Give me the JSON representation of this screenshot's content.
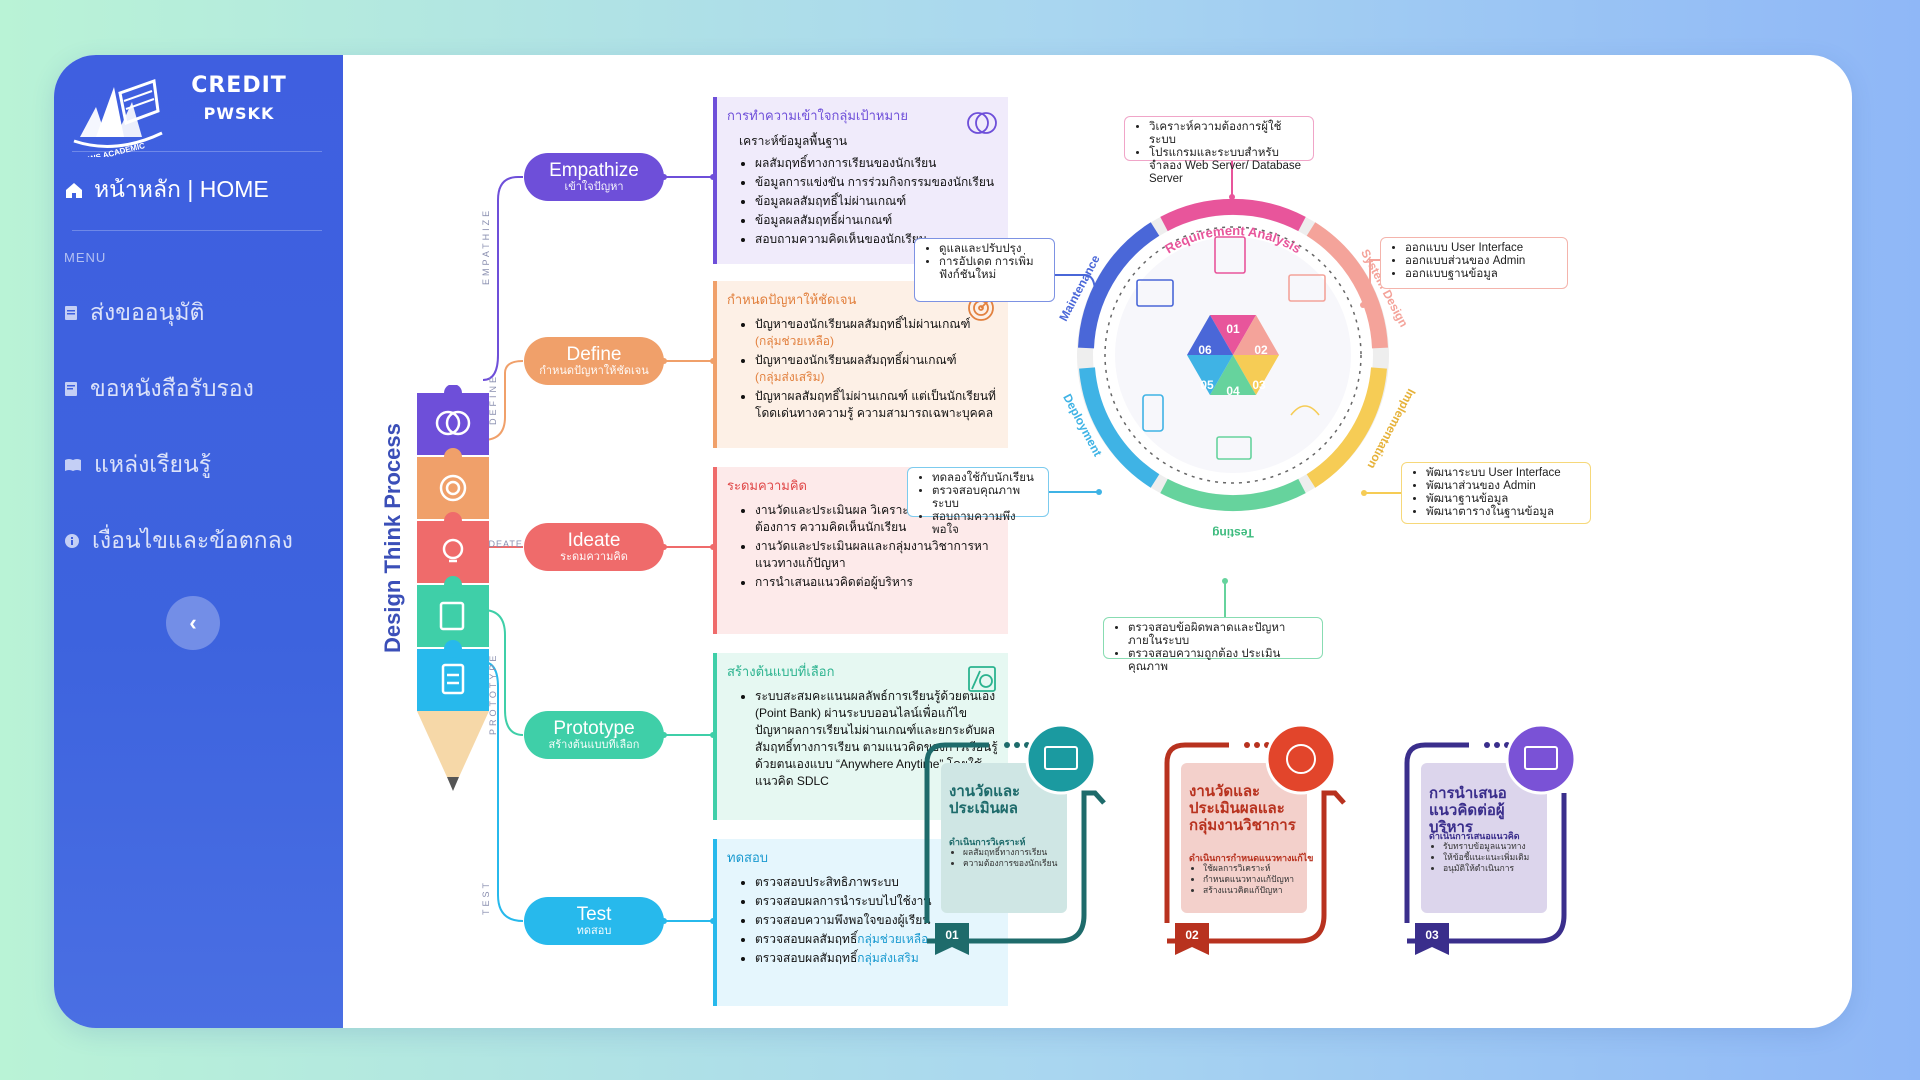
{
  "brand": {
    "line1": "CREDIT",
    "line2": "PWSKK",
    "logo_text": "PWS ACADEMIC"
  },
  "sidebar": {
    "home": "หน้าหลัก | HOME",
    "menu_header": "MENU",
    "items": [
      {
        "label": "ส่งขออนุมัติ",
        "icon": "document-icon"
      },
      {
        "label": "ขอหนังสือรับรอง",
        "icon": "certificate-icon"
      },
      {
        "label": "แหล่งเรียนรู้",
        "icon": "book-icon"
      },
      {
        "label": "เงื่อนไขและข้อตกลง",
        "icon": "info-icon"
      }
    ],
    "collapse_symbol": "‹"
  },
  "design": {
    "title": "Design Think Process",
    "vlabels": {
      "empathize": "EMPATHIZE",
      "define": "DEFINE",
      "ideate": "IDEATE",
      "prototype": "PROTOTYPE",
      "test": "TEST"
    },
    "stages": [
      {
        "name": "Empathize",
        "sub": "เข้าใจปัญหา",
        "color": "#6e4fd9"
      },
      {
        "name": "Define",
        "sub": "กำหนดปัญหาให้ชัดเจน",
        "color": "#f0a06a"
      },
      {
        "name": "Ideate",
        "sub": "ระดมความคิด",
        "color": "#ef6b6b"
      },
      {
        "name": "Prototype",
        "sub": "สร้างต้นแบบที่เลือก",
        "color": "#3fcfa8"
      },
      {
        "name": "Test",
        "sub": "ทดสอบ",
        "color": "#27b9ec"
      }
    ],
    "boxes": [
      {
        "title": "การทำความเข้าใจกลุ่มเป้าหมาย",
        "subtitle": "เคราะห์ข้อมูลพื้นฐาน",
        "items": [
          "ผลสัมฤทธิ์ทางการเรียนของนักเรียน",
          "ข้อมูลการแข่งขัน การร่วมกิจกรรมของนักเรียน",
          "ข้อมูลผลสัมฤทธิ์ไม่ผ่านเกณฑ์",
          "ข้อมูลผลสัมฤทธิ์ผ่านเกณฑ์",
          "สอบถามความคิดเห็นของนักเรียน"
        ]
      },
      {
        "title": "กำหนดปัญหาให้ชัดเจน",
        "items": [
          {
            "text": "ปัญหาของนักเรียนผลสัมฤทธิ์ไม่ผ่านเกณฑ์",
            "note": "(กลุ่มช่วยเหลือ)"
          },
          {
            "text": "ปัญหาของนักเรียนผลสัมฤทธิ์ผ่านเกณฑ์",
            "note": "(กลุ่มส่งเสริม)"
          },
          {
            "text": "ปัญหาผลสัมฤทธิ์ไม่ผ่านเกณฑ์ แต่เป็นนักเรียนที่โดดเด่นทางความรู้ ความสามารถเฉพาะบุคคล",
            "note": ""
          }
        ]
      },
      {
        "title": "ระดมความคิด",
        "items": [
          "งานวัดและประเมินผล วิเคราะห์ข้อมูลความต้องการ ความคิดเห็นนักเรียน",
          "งานวัดและประเมินผลและกลุ่มงานวิชาการหาแนวทางแก้ปัญหา",
          "การนำเสนอแนวคิดต่อผู้บริหาร"
        ]
      },
      {
        "title": "สร้างต้นแบบที่เลือก",
        "items": [
          "ระบบสะสมคะแนนผลลัพธ์การเรียนรู้ด้วยตนเอง (Point Bank) ผ่านระบบออนไลน์เพื่อแก้ไขปัญหาผลการเรียนไม่ผ่านเกณฑ์และยกระดับผลสัมฤทธิ์ทางการเรียน ตามแนวคิดของการเรียนรู้ด้วยตนเองแบบ “Anywhere Anytime” โดยใช้แนวคิด SDLC"
        ]
      },
      {
        "title": "ทดสอบ",
        "items": [
          {
            "text": "ตรวจสอบประสิทธิภาพระบบ",
            "hl": ""
          },
          {
            "text": "ตรวจสอบผลการนำระบบไปใช้งาน",
            "hl": ""
          },
          {
            "text": "ตรวจสอบความพึงพอใจของผู้เรียน",
            "hl": ""
          },
          {
            "text": "ตรวจสอบผลสัมฤทธิ์",
            "hl": "กลุ่มช่วยเหลือ"
          },
          {
            "text": "ตรวจสอบผลสัมฤทธิ์",
            "hl": "กลุ่มส่งเสริม"
          }
        ]
      }
    ]
  },
  "sdlc": {
    "phases": [
      {
        "num": "01",
        "name": "Requirement Analysis",
        "color": "#e8559b"
      },
      {
        "num": "02",
        "name": "System Design",
        "color": "#f4a39a"
      },
      {
        "num": "03",
        "name": "Implementation",
        "color": "#f6cc55"
      },
      {
        "num": "04",
        "name": "Testing",
        "color": "#66d39d"
      },
      {
        "num": "05",
        "name": "Deployment",
        "color": "#3fb3e5"
      },
      {
        "num": "06",
        "name": "Maintenance",
        "color": "#4a67d8"
      }
    ],
    "notes": {
      "requirement": [
        "วิเคราะห์ความต้องการผู้ใช้ระบบ",
        "โปรแกรมและระบบสำหรับจำลอง Web Server/ Database Server"
      ],
      "design": [
        "ออกแบบ User Interface",
        "ออกแบบส่วนของ Admin",
        "ออกแบบฐานข้อมูล"
      ],
      "implementation": [
        "พัฒนาระบบ User Interface",
        "พัฒนาส่วนของ Admin",
        "พัฒนาฐานข้อมูล",
        "พัฒนาตารางในฐานข้อมูล"
      ],
      "testing": [
        "ตรวจสอบข้อผิดพลาดและปัญหาภายในระบบ",
        "ตรวจสอบความถูกต้อง ประเมินคุณภาพ"
      ],
      "deployment": [
        "ทดลองใช้กับนักเรียน",
        "ตรวจสอบคุณภาพระบบ",
        "สอบถามความพึงพอใจ"
      ],
      "maintenance": [
        "ดูแลและปรับปรุง",
        "การอัปเดต การเพิ่มฟังก์ชันใหม่"
      ]
    }
  },
  "steps": [
    {
      "num": "01",
      "title": "งานวัดและประเมินผล",
      "sub": "ดำเนินการวิเคราะห์",
      "items": [
        "ผลสัมฤทธิ์ทางการเรียน",
        "ความต้องการของนักเรียน"
      ],
      "color": "#1e6b6b",
      "circle": "#1b9aa0",
      "bg": "#cfe6e4"
    },
    {
      "num": "02",
      "title": "งานวัดและประเมินผลและกลุ่มงานวิชาการ",
      "sub": "ดำเนินการกำหนดแนวทางแก้ไข",
      "items": [
        "ใช้ผลการวิเคราะห์",
        "กำหนดแนวทางแก้ปัญหา",
        "สร้างแนวคิดแก้ปัญหา"
      ],
      "color": "#b8321f",
      "circle": "#e2452b",
      "bg": "#f3d0cb"
    },
    {
      "num": "03",
      "title": "การนำเสนอแนวคิดต่อผู้บริหาร",
      "sub": "ดำเนินการเสนอแนวคิด",
      "items": [
        "รับทราบข้อมูลแนวทาง",
        "ให้ข้อชี้แนะแนะเพิ่มเติม",
        "อนุมัติให้ดำเนินการ"
      ],
      "color": "#3a2e8c",
      "circle": "#7a52d6",
      "bg": "#dcd5ec"
    }
  ],
  "colors": {
    "sidebar": "#3f5fe0",
    "accent": "#6e4fd9"
  }
}
